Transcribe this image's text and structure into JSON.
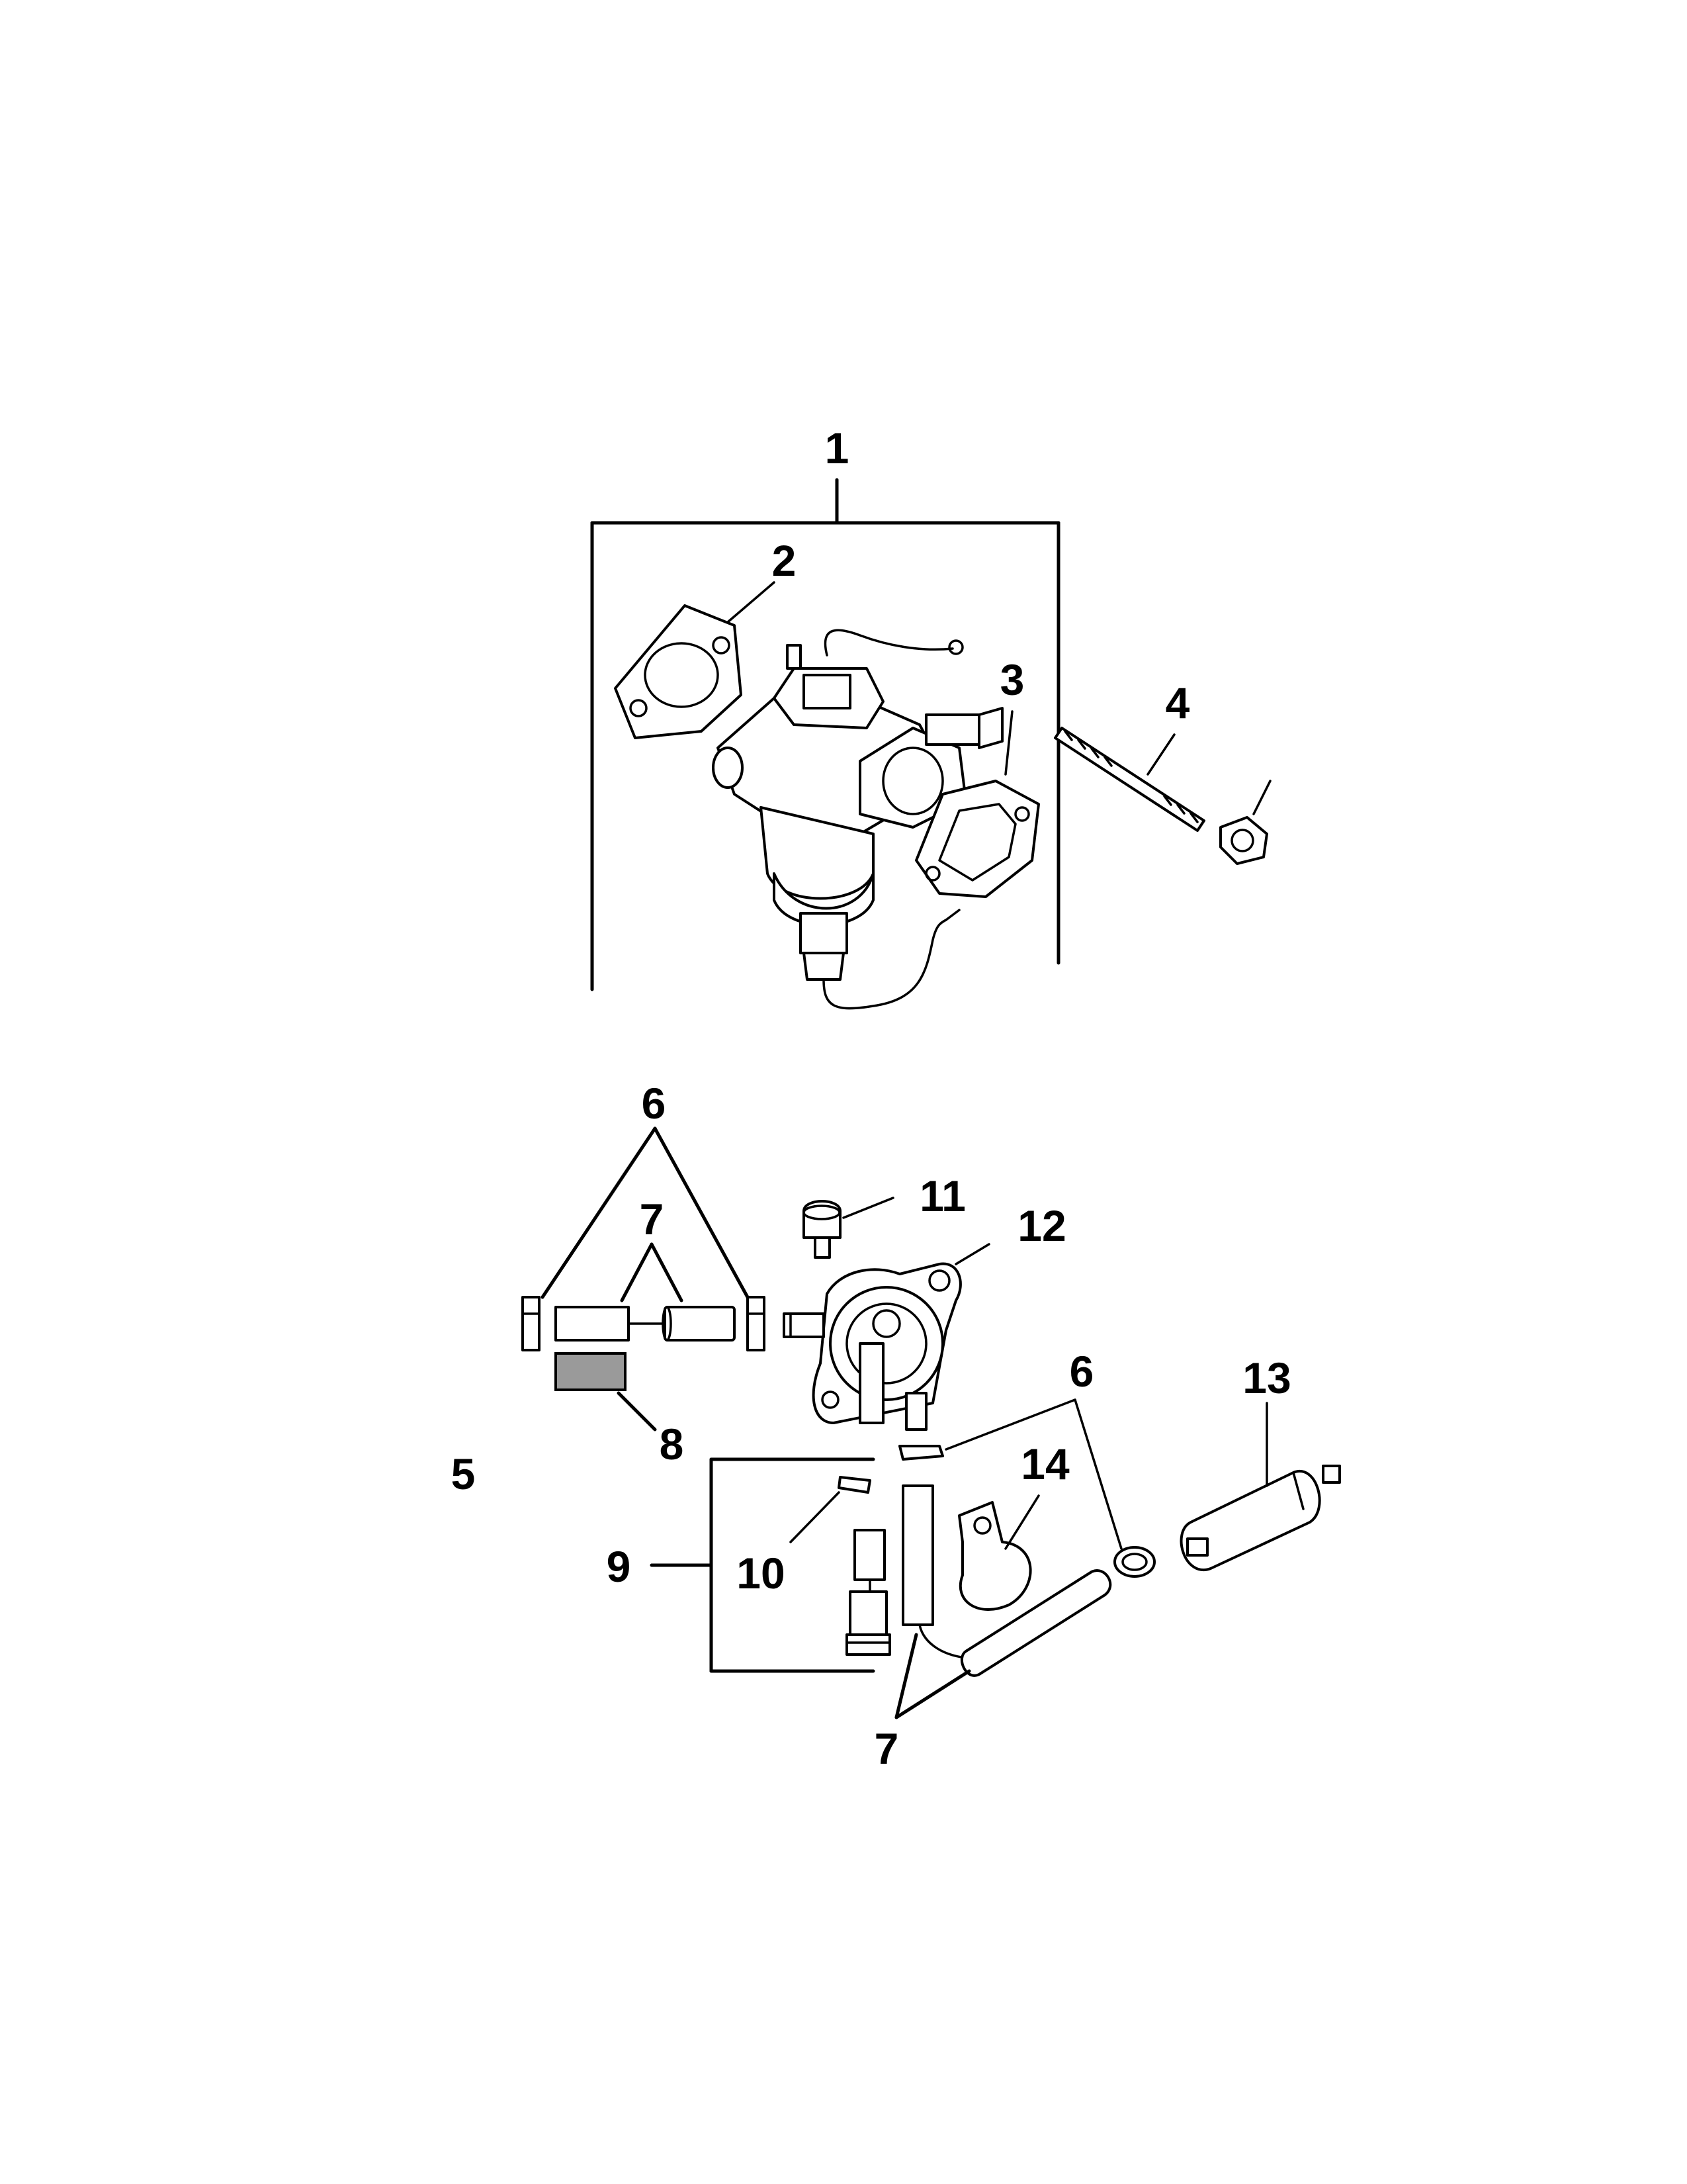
{
  "callouts": {
    "c1": "1",
    "c2": "2",
    "c3": "3",
    "c4": "4",
    "c5": "5",
    "c6a": "6",
    "c6b": "6",
    "c7a": "7",
    "c7b": "7",
    "c8": "8",
    "c9": "9",
    "c10": "10",
    "c11": "11",
    "c12": "12",
    "c13": "13",
    "c14": "14"
  }
}
